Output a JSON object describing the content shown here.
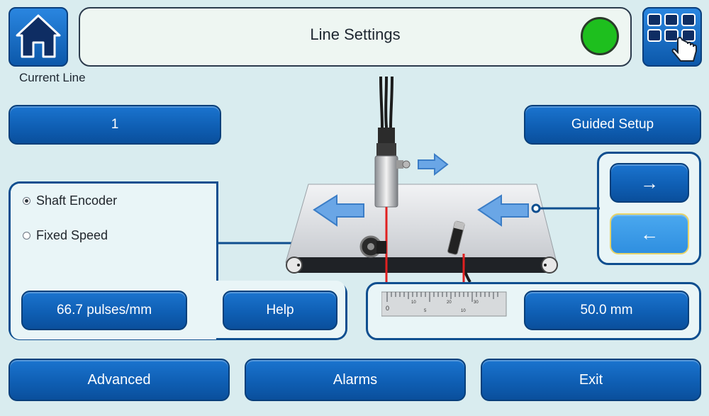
{
  "header": {
    "title": "Line Settings",
    "status_color": "#1ebf1e",
    "home_label": "Current Line"
  },
  "icons": {
    "home": "home-icon",
    "menu": "grid-touch-icon"
  },
  "line": {
    "current_value": "1",
    "guided_setup_label": "Guided Setup"
  },
  "mode": {
    "options": [
      "Shaft Encoder",
      "Fixed Speed"
    ],
    "selected": "Shaft Encoder",
    "pulses_label": "66.7 pulses/mm",
    "help_label": "Help"
  },
  "direction": {
    "right_label": "→",
    "left_label": "←",
    "selected": "left"
  },
  "distance": {
    "value_label": "50.0 mm",
    "ruler_ticks": [
      "0",
      "10",
      "20",
      "30"
    ],
    "ruler_minor": [
      "5",
      "10"
    ]
  },
  "footer": {
    "advanced_label": "Advanced",
    "alarms_label": "Alarms",
    "exit_label": "Exit"
  }
}
